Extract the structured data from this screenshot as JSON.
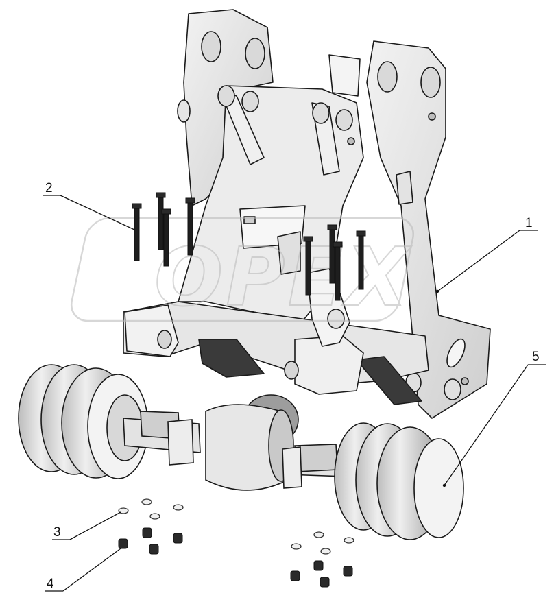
{
  "diagram": {
    "watermark": "OPEX",
    "callouts": [
      {
        "id": "1",
        "label": "1"
      },
      {
        "id": "2",
        "label": "2"
      },
      {
        "id": "3",
        "label": "3"
      },
      {
        "id": "4",
        "label": "4"
      },
      {
        "id": "5",
        "label": "5"
      }
    ]
  },
  "colors": {
    "line": "#1a1a1a",
    "shade_light": "#e9e9e9",
    "shade_mid": "#cfcfcf",
    "shade_dark": "#3a3a3a",
    "watermark": "#b8b8b8"
  }
}
